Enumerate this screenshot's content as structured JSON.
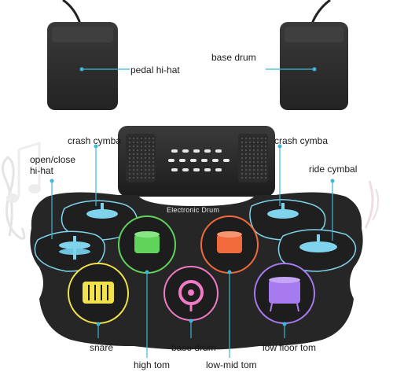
{
  "product": {
    "brand_text": "Electronic Drum"
  },
  "labels": {
    "pedal_hihat": "pedal hi-hat",
    "base_drum_pedal": "base drum",
    "crash_left": "crash cymba",
    "crash_right": "crash cymba",
    "open_close_line1": "open/close",
    "open_close_line2": "hi-hat",
    "ride": "ride cymbal",
    "snare": "snare",
    "base_drum_pad": "base drum",
    "low_floor_tom": "low floor tom",
    "high_tom": "high tom",
    "low_mid_tom": "low-mid tom"
  },
  "colors": {
    "pad_body": "#2b2b2b",
    "accent_line": "#3db7d8",
    "hihat_ring": "#7fd3ec",
    "high_tom": "#5fd35a",
    "low_mid_tom": "#f06a3c",
    "snare": "#f2e24a",
    "base_drum": "#f07ac4",
    "floor_tom": "#a77bf0"
  }
}
